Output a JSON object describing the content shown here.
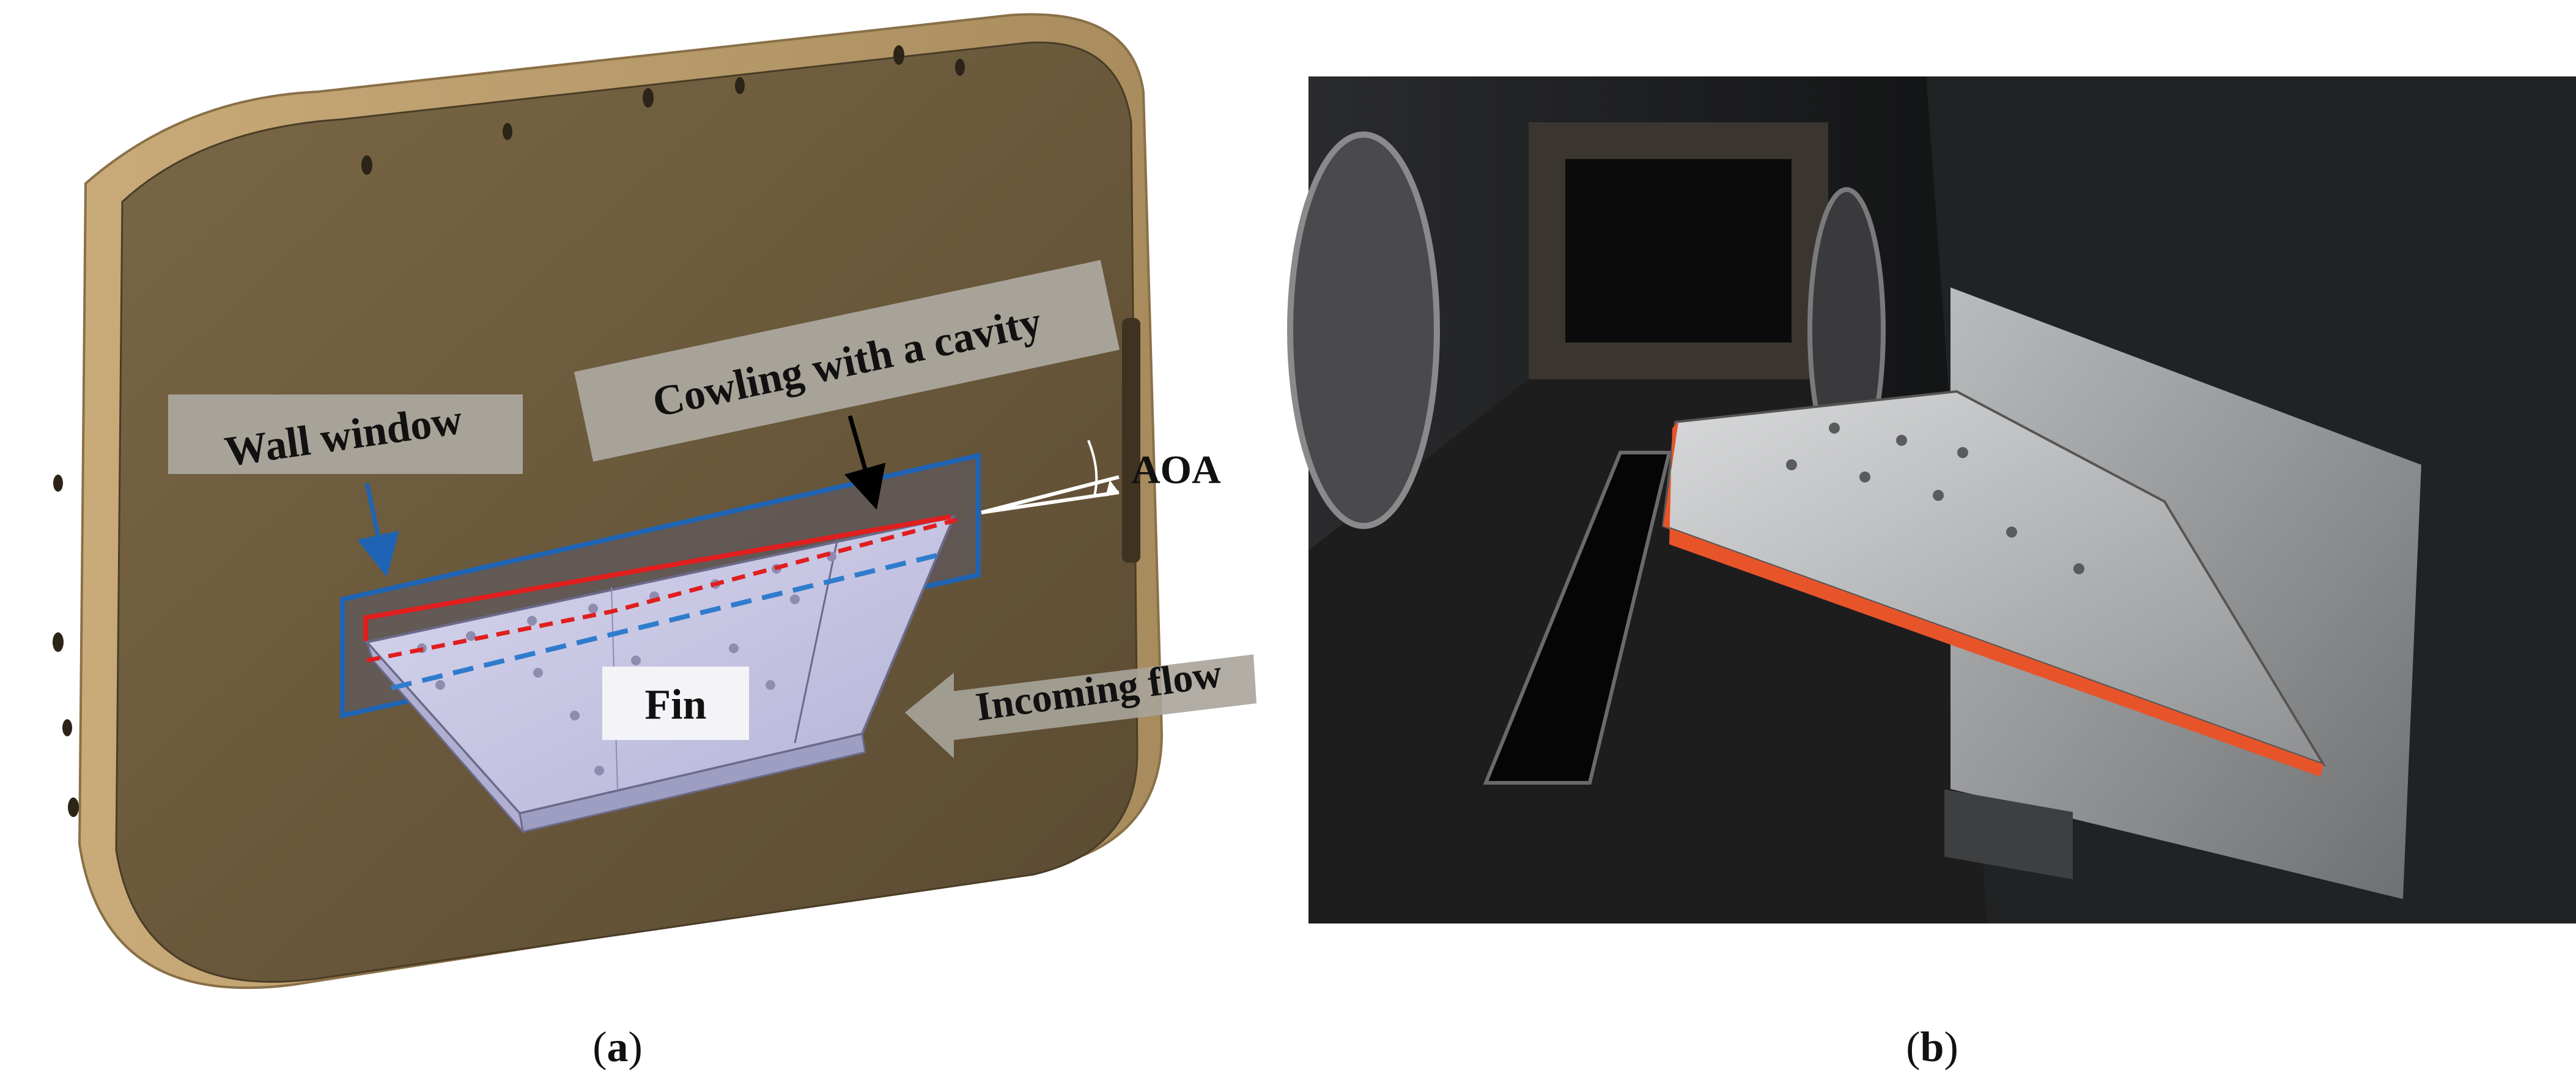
{
  "panel_a": {
    "labels": {
      "wall_window": "Wall window",
      "cowling": "Cowling with a cavity",
      "aoa": "AOA",
      "incoming_flow": "Incoming flow",
      "fin": "Fin"
    },
    "caption_letter": "a"
  },
  "panel_b": {
    "caption_letter": "b"
  },
  "colors": {
    "plate": "#6b5a3e",
    "plate_edge": "#b89a68",
    "window_outline": "#1f64b4",
    "cowling_red": "#e01e1e",
    "fin_face": "#c9c8e6",
    "label_box": "#a8a399",
    "orange_edge": "#e8542a"
  }
}
